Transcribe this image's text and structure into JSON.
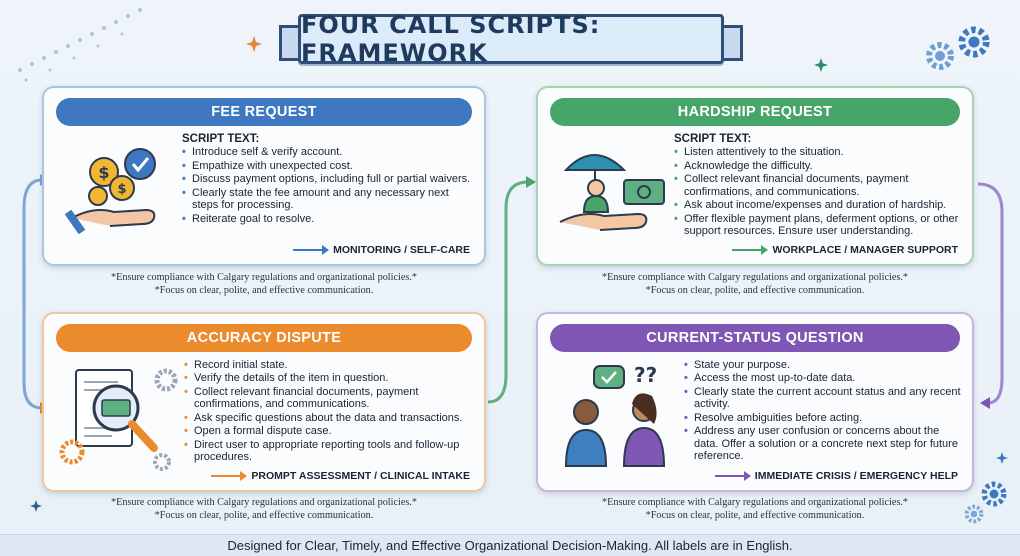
{
  "title": "FOUR CALL SCRIPTS: FRAMEWORK",
  "script_label": "SCRIPT TEXT:",
  "cards": {
    "fee_request": {
      "header": "FEE REQUEST",
      "bullets": [
        "Introduce self & verify account.",
        "Empathize with unexpected cost.",
        "Discuss payment options, including full or partial waivers.",
        "Clearly state the fee amount and any necessary next steps for processing.",
        "Reiterate goal to resolve."
      ],
      "route": "MONITORING / SELF-CARE"
    },
    "hardship_request": {
      "header": "HARDSHIP REQUEST",
      "bullets": [
        "Listen attentively to the situation.",
        "Acknowledge the difficulty.",
        "Collect relevant financial documents, payment confirmations, and communications.",
        "Ask about income/expenses and duration of hardship.",
        "Offer flexible payment plans, deferment options, or other support resources. Ensure user understanding."
      ],
      "route": "WORKPLACE / MANAGER SUPPORT"
    },
    "accuracy_dispute": {
      "header": "ACCURACY DISPUTE",
      "bullets": [
        "Record initial state.",
        "Verify the details of the item in question.",
        "Collect relevant financial documents, payment confirmations, and communications.",
        "Ask specific questions about the data and transactions.",
        "Open a formal dispute case.",
        "Direct user to appropriate reporting tools and follow-up procedures."
      ],
      "route": "PROMPT ASSESSMENT / CLINICAL INTAKE"
    },
    "current_status": {
      "header": "CURRENT-STATUS QUESTION",
      "bullets": [
        "State your purpose.",
        "Access the most up-to-date data.",
        "Clearly state the current account status and any recent activity.",
        "Resolve ambiguities before acting.",
        "Address any user confusion or concerns about the data. Offer a solution or a concrete next step for future reference."
      ],
      "route": "IMMEDIATE CRISIS / EMERGENCY HELP"
    }
  },
  "note_line1": "*Ensure compliance with Calgary regulations and organizational policies.*",
  "note_line2": "*Focus on clear, polite, and effective communication.",
  "footer": "Designed for Clear, Timely, and Effective Organizational Decision-Making. All labels are in English.",
  "colors": {
    "blue": "#3e78c0",
    "green": "#47a56a",
    "orange": "#ec8a2e",
    "purple": "#7f56b3",
    "title_border": "#2f4f79"
  }
}
